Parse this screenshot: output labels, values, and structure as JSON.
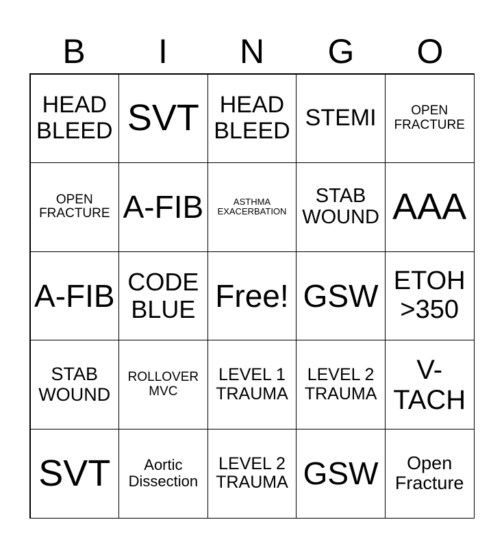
{
  "header": [
    "B",
    "I",
    "N",
    "G",
    "O"
  ],
  "cells": [
    "HEAD BLEED",
    "SVT",
    "HEAD BLEED",
    "STEMI",
    "OPEN FRACTURE",
    "OPEN FRACTURE",
    "A-FIB",
    "ASTHMA EXACERBATION",
    "STAB WOUND",
    "AAA",
    "A-FIB",
    "CODE BLUE",
    "Free!",
    "GSW",
    "ETOH >350",
    "STAB WOUND",
    "ROLLOVER MVC",
    "LEVEL 1 TRAUMA",
    "LEVEL 2 TRAUMA",
    "V-TACH",
    "SVT",
    "Aortic Dissection",
    "LEVEL 2 TRAUMA",
    "GSW",
    "Open Fracture"
  ]
}
